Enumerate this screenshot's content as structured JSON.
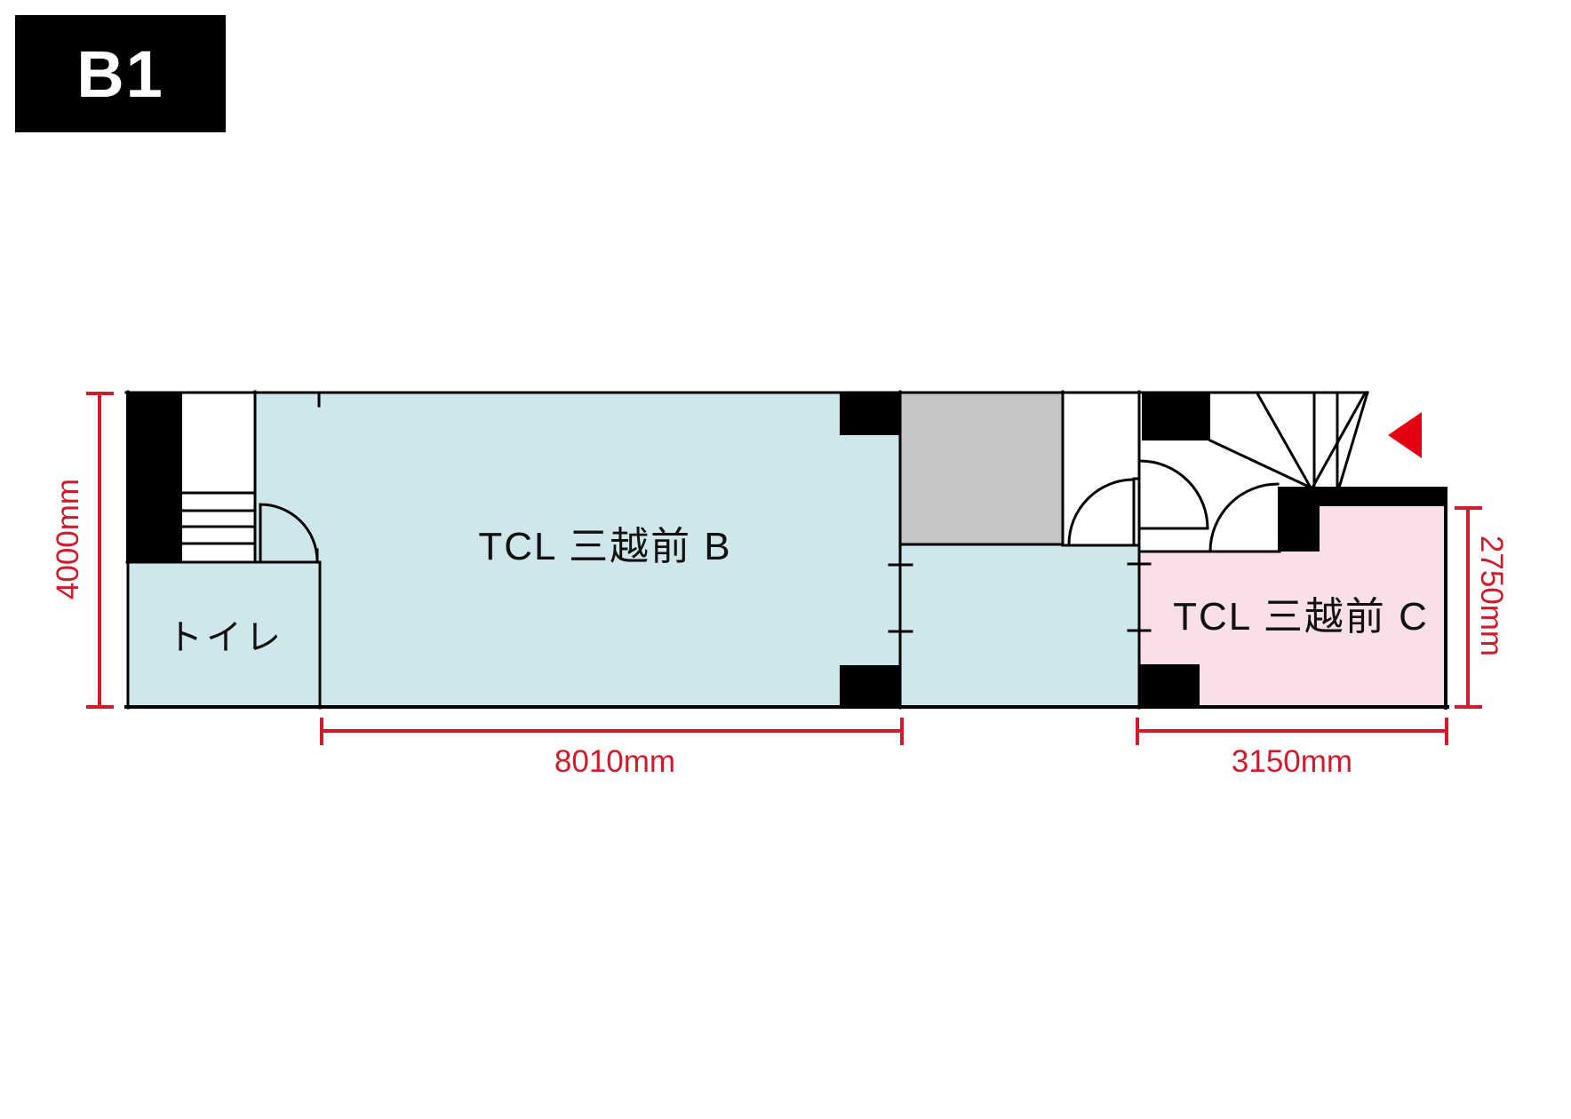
{
  "floor_tag": {
    "label": "B1"
  },
  "rooms": {
    "room_b": {
      "label": "TCL 三越前 B"
    },
    "toilet": {
      "label": "トイレ"
    },
    "room_c": {
      "label": "TCL 三越前 C"
    }
  },
  "dimensions": {
    "height_left": "4000mm",
    "width_room_b": "8010mm",
    "height_room_c": "2750mm",
    "width_room_c": "3150mm"
  },
  "icons": {
    "entrance_arrow": "red-triangle-pointing-left"
  },
  "colors": {
    "room-blue": "#cfe6ea",
    "room-pink": "#f8dfe8",
    "room-gray": "#c5c5c5",
    "wall-black": "#000000",
    "dim-red": "#cf1b2b",
    "arrow-red": "#e60013",
    "tag-bg": "#000000",
    "tag-text": "#ffffff"
  }
}
